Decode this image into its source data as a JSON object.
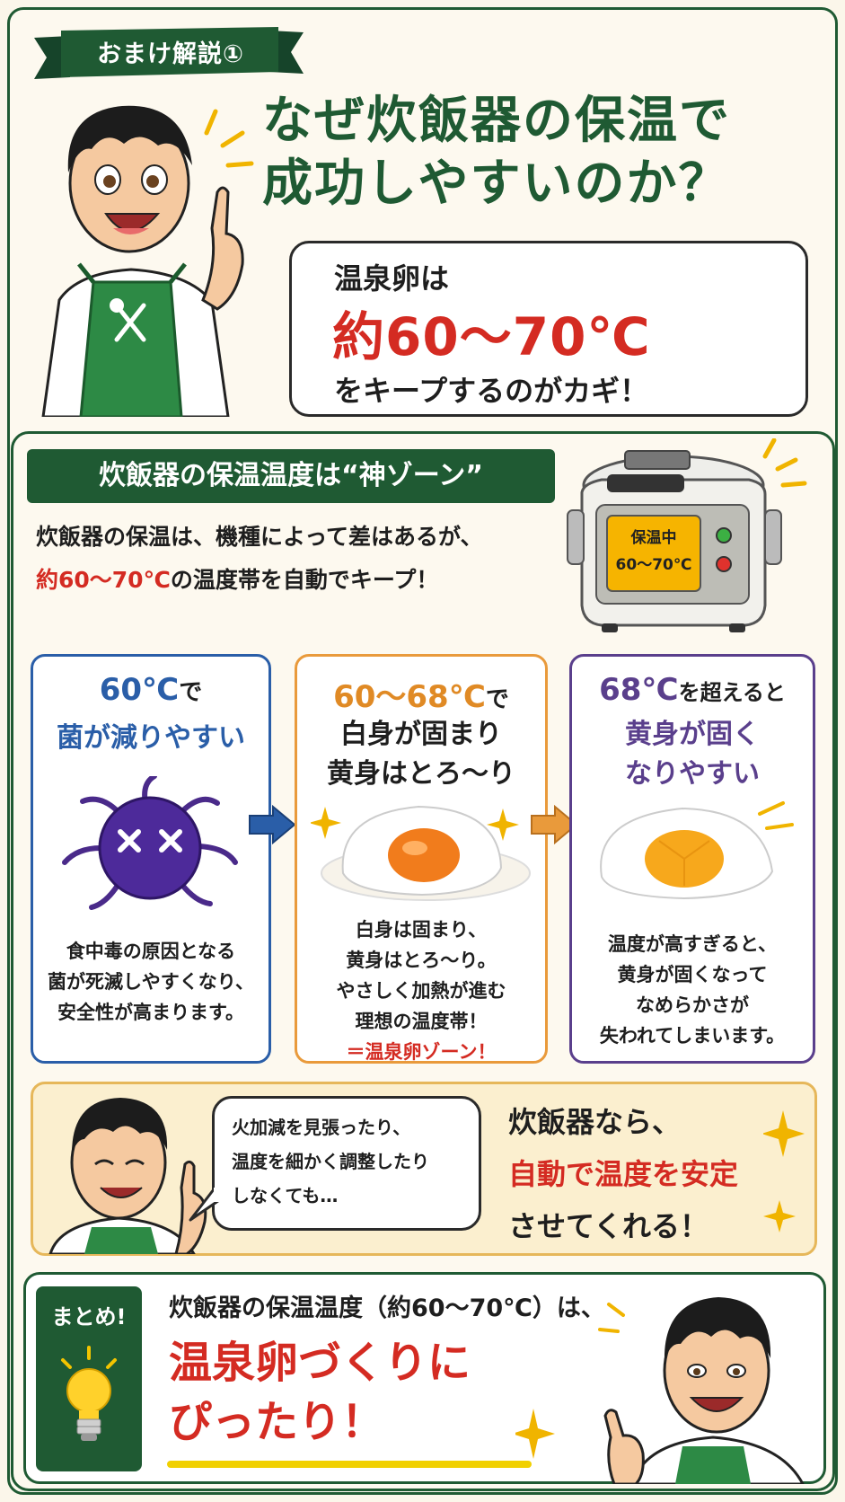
{
  "header": {
    "ribbon_label": "おまけ解説①",
    "title_line1": "なぜ炊飯器の保温で",
    "title_line2": "成功しやすいのか？"
  },
  "hook": {
    "line1": "温泉卵は",
    "line2": "約60～70℃",
    "line3": "をキープするのがカギ！"
  },
  "section": {
    "heading": "炊飯器の保温温度は“神ゾーン”",
    "intro_line1": "炊飯器の保温は、機種によって差はあるが、",
    "intro_line2_red": "約60～70℃",
    "intro_line2_rest": "の温度帯を自動でキープ！",
    "cooker_display_line1": "保温中",
    "cooker_display_line2": "60～70℃"
  },
  "cards": [
    {
      "title_temp": "60℃",
      "title_suffix": "で",
      "title_line2": "菌が減りやすい",
      "desc": [
        "食中毒の原因となる",
        "菌が死滅しやすくなり、",
        "安全性が高まります。"
      ]
    },
    {
      "title_temp": "60～68℃",
      "title_suffix": "で",
      "title_line2": "白身が固まり",
      "title_line3": "黄身はとろ～り",
      "desc": [
        "白身は固まり、",
        "黄身はとろ～り。",
        "やさしく加熱が進む",
        "理想の温度帯！"
      ],
      "highlight": "＝温泉卵ゾーン！"
    },
    {
      "title_temp": "68℃",
      "title_suffix": "を超えると",
      "title_line2": "黄身が固く",
      "title_line3": "なりやすい",
      "desc": [
        "温度が高すぎると、",
        "黄身が固くなって",
        "なめらかさが",
        "失われてしまいます。"
      ]
    }
  ],
  "tip": {
    "bubble": [
      "火加減を見張ったり、",
      "温度を細かく調整したり",
      "しなくても…"
    ],
    "line1": "炊飯器なら、",
    "line2": "自動で温度を安定",
    "line3": "させてくれる！"
  },
  "summary": {
    "badge": "まとめ!",
    "line1": "炊飯器の保温温度（約60～70℃）は、",
    "line2": "温泉卵づくりに",
    "line3": "ぴったり！"
  },
  "colors": {
    "green": "#1f5a33",
    "red": "#d42b22",
    "blue": "#2a5ea8",
    "orange": "#e99a3b",
    "purple": "#5a3f8c"
  }
}
